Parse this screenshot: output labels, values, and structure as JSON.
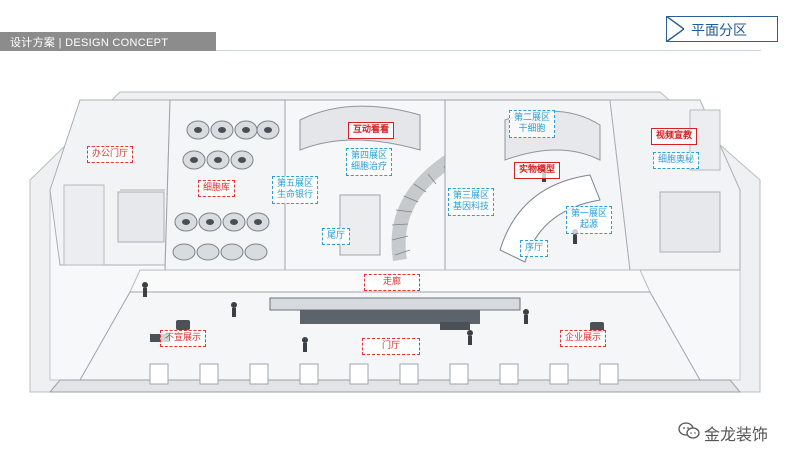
{
  "header": {
    "title": "设计方案",
    "separator": "|",
    "subtitle": "DESIGN CONCEPT"
  },
  "section_badge": {
    "text": "平面分区"
  },
  "rooms": {
    "office": "办公门厅",
    "cell_bank": "细胞库",
    "area5": "第五展区\n生命银行",
    "interactive": "互动看看",
    "area4": "第四展区\n细胞治疗",
    "tail_hall": "尾厅",
    "area3": "第三展区\n基因科技",
    "area2": "第二展区\n干细胞",
    "models": "实物模型",
    "area1": "第一展区\n起源",
    "prelude": "序厅",
    "video": "视频宣教",
    "cell_mystery": "细胞奥秘",
    "corridor": "走廊",
    "lobby": "门厅",
    "display_left": "不宣展示",
    "company_display": "企业展示"
  },
  "watermark": {
    "text": "金龙装饰"
  },
  "colors": {
    "badge_blue": "#2a5f96",
    "label_red": "#e03333",
    "label_blue": "#2c9fd8",
    "header_gray": "#8c8c8c"
  }
}
